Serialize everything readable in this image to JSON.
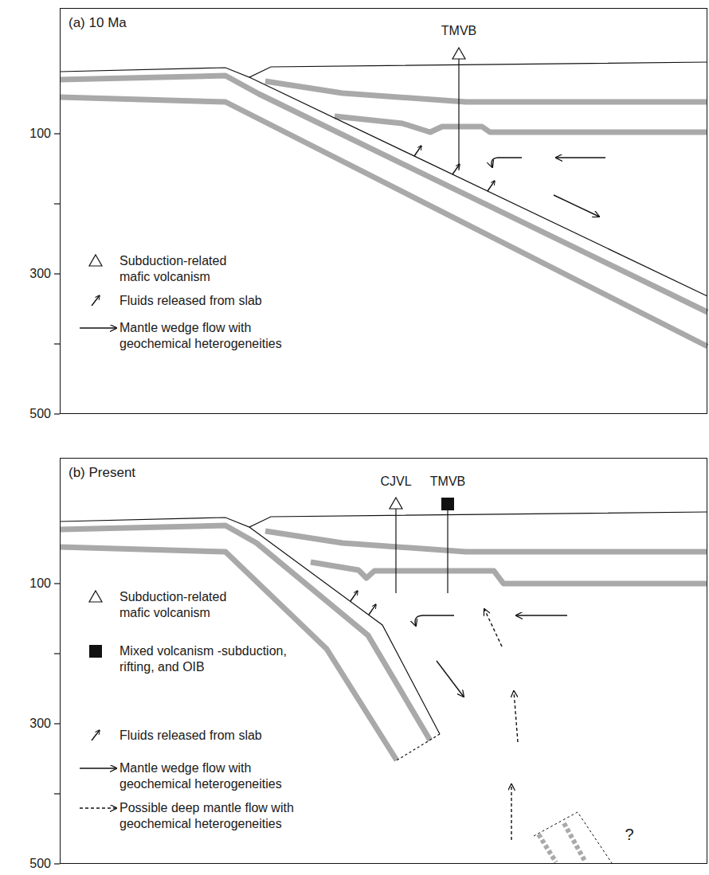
{
  "diagram": {
    "nodes": [
      {
        "text": [
          "(a) 10 Ma"
        ]
      },
      {
        "text": [
          "(b) Present"
        ]
      }
    ],
    "labels": [
      "TMVB",
      "100",
      "300",
      "500",
      "CJVL",
      "TMVB",
      "100",
      "300",
      "500",
      "?"
    ],
    "legend": [
      {
        "text": "Subduction-related mafic volcanism"
      },
      {
        "text": "Fluids released from slab"
      },
      {
        "text": "Mantle wedge flow with geochemical heterogeneities"
      },
      {
        "text": "Subduction-related mafic volcanism"
      },
      {
        "text": "Mixed volcanism -subduction, rifting, and OIB"
      },
      {
        "text": "Fluids released from slab"
      },
      {
        "text": "Mantle wedge flow with geochemical heterogeneities"
      },
      {
        "text": "Possible deep mantle flow with geochemical heterogeneities"
      }
    ]
  }
}
